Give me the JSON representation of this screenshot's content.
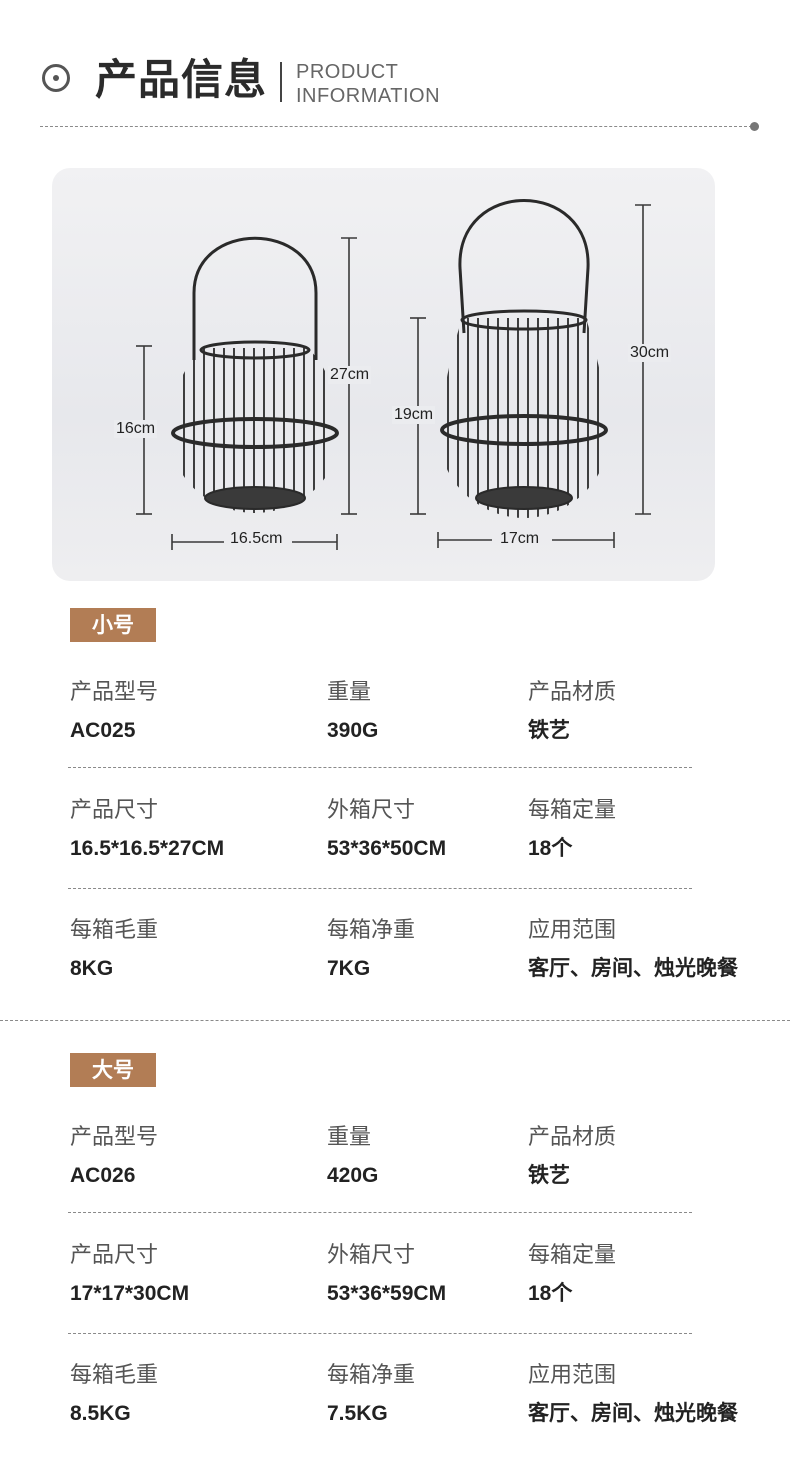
{
  "header": {
    "title_cn": "产品信息",
    "title_en_line1": "PRODUCT",
    "title_en_line2": "INFORMATION",
    "icon": "target-icon"
  },
  "photo": {
    "small": {
      "height_body": "16cm",
      "height_total": "27cm",
      "width": "16.5cm"
    },
    "large": {
      "height_body": "19cm",
      "height_total": "30cm",
      "width": "17cm"
    }
  },
  "sections": [
    {
      "badge": "小号",
      "rows": [
        [
          {
            "k": "产品型号",
            "v": "AC025"
          },
          {
            "k": "重量",
            "v": "390G"
          },
          {
            "k": "产品材质",
            "v": "铁艺"
          }
        ],
        [
          {
            "k": "产品尺寸",
            "v": "16.5*16.5*27CM"
          },
          {
            "k": "外箱尺寸",
            "v": "53*36*50CM"
          },
          {
            "k": "每箱定量",
            "v": "18个"
          }
        ],
        [
          {
            "k": "每箱毛重",
            "v": "8KG"
          },
          {
            "k": "每箱净重",
            "v": "7KG"
          },
          {
            "k": "应用范围",
            "v": "客厅、房间、烛光晚餐"
          }
        ]
      ]
    },
    {
      "badge": "大号",
      "rows": [
        [
          {
            "k": "产品型号",
            "v": "AC026"
          },
          {
            "k": "重量",
            "v": "420G"
          },
          {
            "k": "产品材质",
            "v": "铁艺"
          }
        ],
        [
          {
            "k": "产品尺寸",
            "v": "17*17*30CM"
          },
          {
            "k": "外箱尺寸",
            "v": "53*36*59CM"
          },
          {
            "k": "每箱定量",
            "v": "18个"
          }
        ],
        [
          {
            "k": "每箱毛重",
            "v": "8.5KG"
          },
          {
            "k": "每箱净重",
            "v": "7.5KG"
          },
          {
            "k": "应用范围",
            "v": "客厅、房间、烛光晚餐"
          }
        ]
      ]
    }
  ],
  "colors": {
    "badge": "#b27d55",
    "rule": "#8a8a8a",
    "text": "#2b2b2b"
  }
}
